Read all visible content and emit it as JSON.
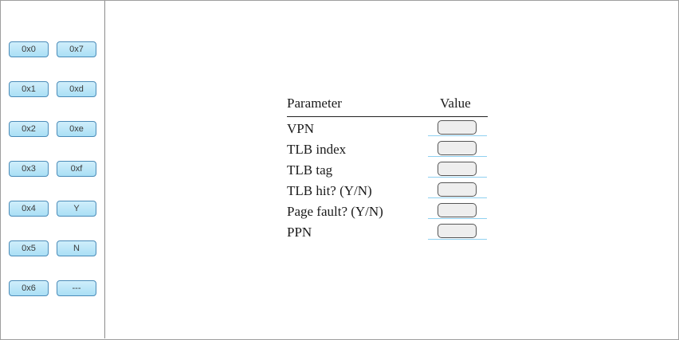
{
  "palette": {
    "items": [
      "0x0",
      "0x7",
      "0x1",
      "0xd",
      "0x2",
      "0xe",
      "0x3",
      "0xf",
      "0x4",
      "Y",
      "0x5",
      "N",
      "0x6",
      "---"
    ]
  },
  "table": {
    "header": {
      "parameter": "Parameter",
      "value": "Value"
    },
    "rows": [
      {
        "label": "VPN",
        "value": ""
      },
      {
        "label": "TLB index",
        "value": ""
      },
      {
        "label": "TLB tag",
        "value": ""
      },
      {
        "label": "TLB hit? (Y/N)",
        "value": ""
      },
      {
        "label": "Page fault? (Y/N)",
        "value": ""
      },
      {
        "label": "PPN",
        "value": ""
      }
    ]
  }
}
